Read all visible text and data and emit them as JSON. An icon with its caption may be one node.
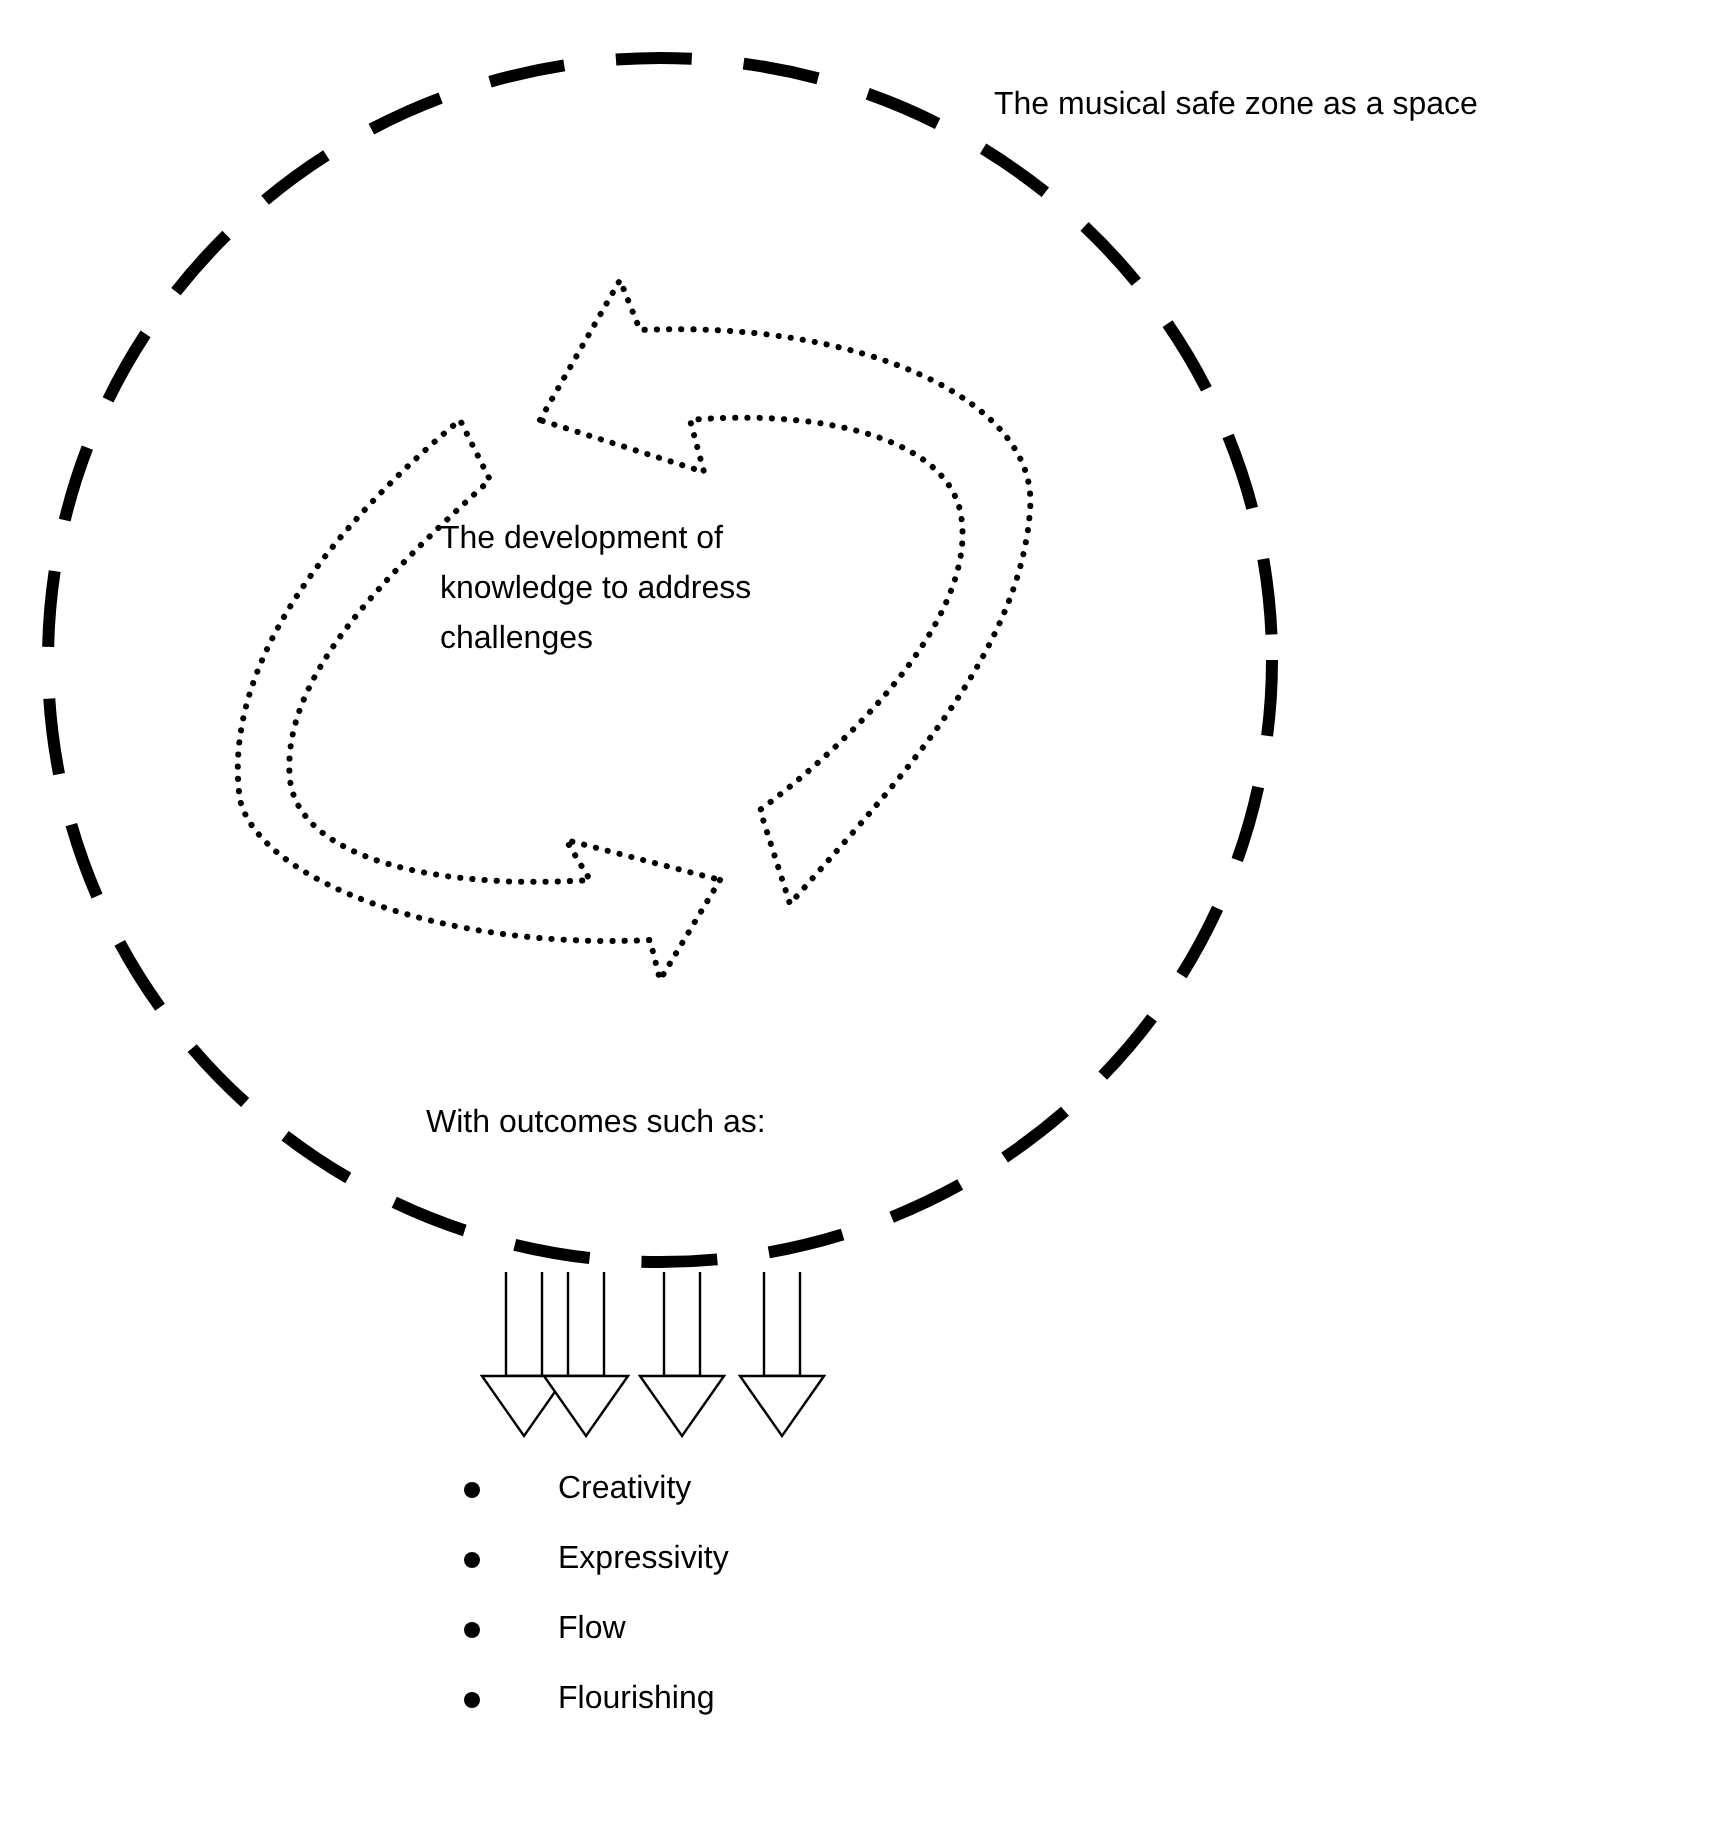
{
  "diagram": {
    "nodes": [
      {
        "text": [
          "The musical safe zone as a space",
          "With outcomes such as:"
        ]
      },
      {
        "text": [
          "The development of knowledge to address challenges"
        ],
        "in": 0
      },
      {
        "text": [
          "Creativity",
          "Expressivity",
          "Flow",
          "Flourishing"
        ]
      }
    ],
    "edges": [
      {
        "from": 0,
        "to": 2,
        "arrow": "to"
      },
      {
        "from": 0,
        "to": 2,
        "arrow": "to"
      },
      {
        "from": 0,
        "to": 2,
        "arrow": "to"
      },
      {
        "from": 0,
        "to": 2,
        "arrow": "to"
      }
    ]
  }
}
